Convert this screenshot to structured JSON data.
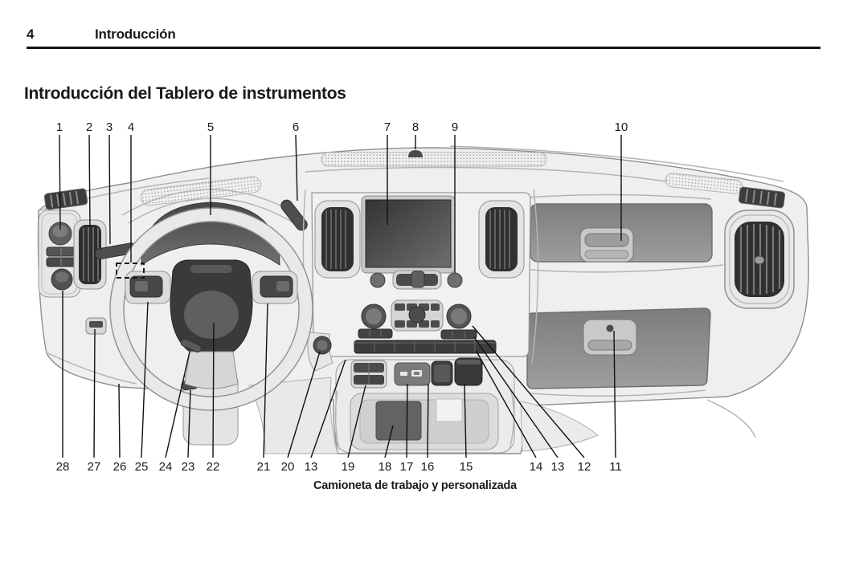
{
  "page": {
    "number": "4",
    "chapter_title": "Introducción",
    "section_title": "Introducción del Tablero de instrumentos",
    "figure_caption": "Camioneta de trabajo y personalizada"
  },
  "figure": {
    "type": "instrument-panel-line-drawing",
    "callouts_top": [
      "1",
      "2",
      "3",
      "4",
      "5",
      "6",
      "7",
      "8",
      "9",
      "10"
    ],
    "callouts_bottom": [
      "28",
      "27",
      "26",
      "25",
      "24",
      "23",
      "22",
      "21",
      "20",
      "13",
      "19",
      "18",
      "17",
      "16",
      "15",
      "14",
      "13",
      "12",
      "11"
    ]
  },
  "colors": {
    "ink": "#1a1a1a",
    "rule": "#161616",
    "panel_light": "#efefef",
    "part_mid": "#8f8f8f",
    "part_dark": "#3c3c3c",
    "line_gray": "#8f8f8f"
  }
}
